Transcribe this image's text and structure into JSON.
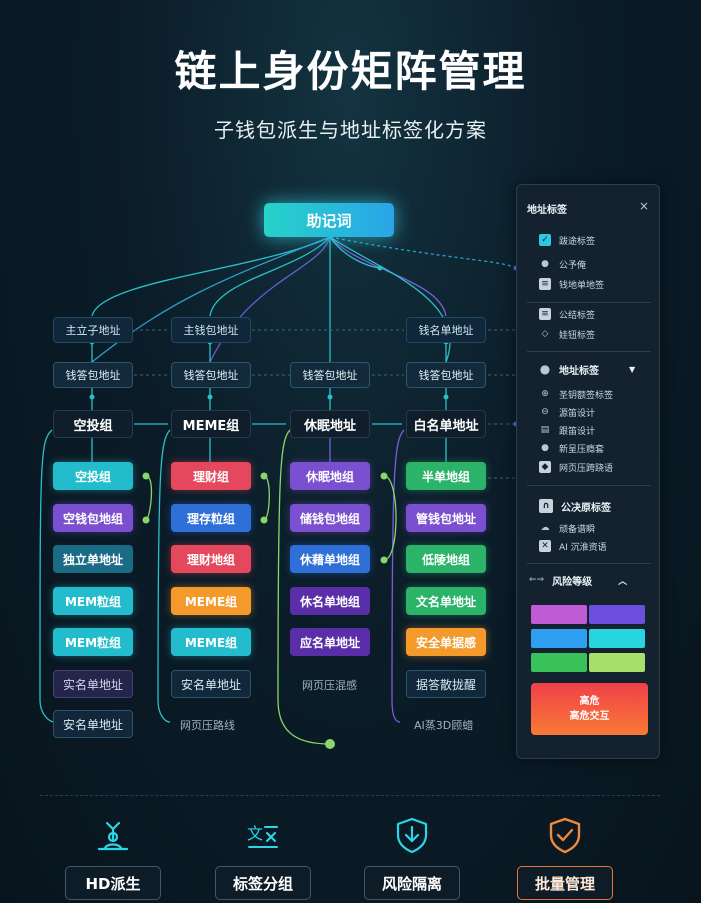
{
  "header": {
    "title": "链上身份矩阵管理",
    "subtitle": "子钱包派生与地址标签化方案"
  },
  "root": {
    "label": "助记词"
  },
  "level1": [
    "主立子地址",
    "主钱包地址",
    "",
    "钱名单地址"
  ],
  "level2": [
    "钱答包地址",
    "钱答包地址",
    "钱答包地址",
    "钱答包地址"
  ],
  "groups": [
    "空投组",
    "MEME组",
    "休眠地址",
    "白名单地址"
  ],
  "columns": [
    {
      "items": [
        {
          "label": "空投组",
          "color": "teal"
        },
        {
          "label": "空钱包地组",
          "color": "purple"
        },
        {
          "label": "独立单地址",
          "color": "darkteal"
        },
        {
          "label": "MEM粒组",
          "color": "teal"
        },
        {
          "label": "MEM粒组",
          "color": "teal"
        },
        {
          "label": "实名单地址",
          "color": "deepp"
        },
        {
          "label": "安名单地址",
          "color": "deep"
        }
      ]
    },
    {
      "items": [
        {
          "label": "理财组",
          "color": "red"
        },
        {
          "label": "理存粒组",
          "color": "blue"
        },
        {
          "label": "理财地组",
          "color": "red"
        },
        {
          "label": "MEME组",
          "color": "orange"
        },
        {
          "label": "MEME组",
          "color": "teal"
        },
        {
          "label": "安名单地址",
          "color": "deep"
        }
      ],
      "footer": "网页压路线"
    },
    {
      "items": [
        {
          "label": "休眠地组",
          "color": "purple"
        },
        {
          "label": "储钱包地组",
          "color": "purple"
        },
        {
          "label": "休藉单地组",
          "color": "blue"
        },
        {
          "label": "休名单地组",
          "color": "darkpurple"
        },
        {
          "label": "应名单地址",
          "color": "darkpurple"
        }
      ],
      "footer": "网页压混感"
    },
    {
      "items": [
        {
          "label": "半单地组",
          "color": "green"
        },
        {
          "label": "管钱包地址",
          "color": "purple"
        },
        {
          "label": "低陵地组",
          "color": "green"
        },
        {
          "label": "文名单地址",
          "color": "green"
        },
        {
          "label": "安全单据感",
          "color": "orange"
        },
        {
          "label": "据答散拢醒",
          "color": "deep"
        }
      ],
      "footer": "AI蒸3D顾蜡"
    }
  ],
  "panel": {
    "title": "地址标签",
    "close": "×",
    "items_a": [
      {
        "icon": "check-icon",
        "label": "跋途标签"
      },
      {
        "icon": "user-icon",
        "label": "公予俺"
      },
      {
        "icon": "note-icon",
        "label": "钱地单地签"
      }
    ],
    "items_b": [
      {
        "icon": "list-icon",
        "label": "公结标签"
      },
      {
        "icon": "diamond-icon",
        "label": "娃钮标签"
      }
    ],
    "section_tags": "地址标签",
    "items_c": [
      {
        "icon": "plus-circle-icon",
        "label": "圣钥额签标签"
      },
      {
        "icon": "minus-circle-icon",
        "label": "源笛设计"
      },
      {
        "icon": "doc-icon",
        "label": "跟笛设计"
      },
      {
        "icon": "pin-icon",
        "label": "新呈压瘾套"
      },
      {
        "icon": "shield-icon",
        "label": "网页压跨跷语"
      }
    ],
    "section_public": "公决原标签",
    "items_d": [
      {
        "icon": "cloud-icon",
        "label": "顽备谱瞬"
      },
      {
        "icon": "x-icon",
        "label": "AI 沉淮资语"
      }
    ],
    "section_risk": "风险等级",
    "swatches": [
      "#c05bd6",
      "#6d4fe0",
      "#2e9ef0",
      "#27d4e0",
      "#39c25a",
      "#a6e06a"
    ],
    "risk_button": {
      "line1": "高危",
      "line2": "高危交互"
    }
  },
  "features": [
    {
      "label": "HD派生",
      "icon": "tree-icon"
    },
    {
      "label": "标签分组",
      "icon": "tag-icon"
    },
    {
      "label": "风险隔离",
      "icon": "shield-down-icon"
    },
    {
      "label": "批量管理",
      "icon": "shield-check-icon"
    }
  ]
}
